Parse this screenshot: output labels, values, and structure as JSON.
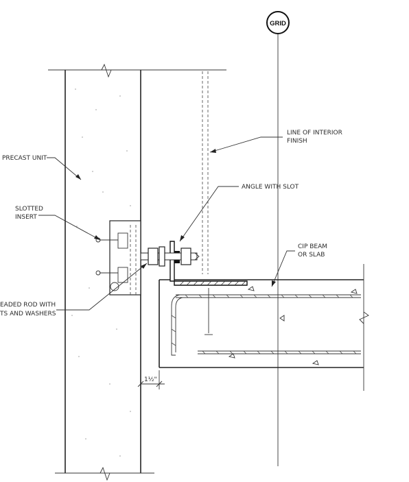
{
  "grid": {
    "label": "GRID"
  },
  "labels": {
    "interior_finish_line1": "LINE OF INTERIOR",
    "interior_finish_line2": "FINISH",
    "precast_unit": "PRECAST UNIT",
    "angle_with_slot": "ANGLE WITH SLOT",
    "slotted_insert_line1": "SLOTTED",
    "slotted_insert_line2": "INSERT",
    "cip_beam_line1": "CIP BEAM",
    "cip_beam_line2": "OR SLAB",
    "threaded_rod_line1": "EADED ROD WITH",
    "threaded_rod_line2": "TS AND WASHERS",
    "gap_dimension": "1½\""
  },
  "colors": {
    "line": "#222222",
    "fill_concrete": "#ffffff",
    "background": "#ffffff"
  }
}
